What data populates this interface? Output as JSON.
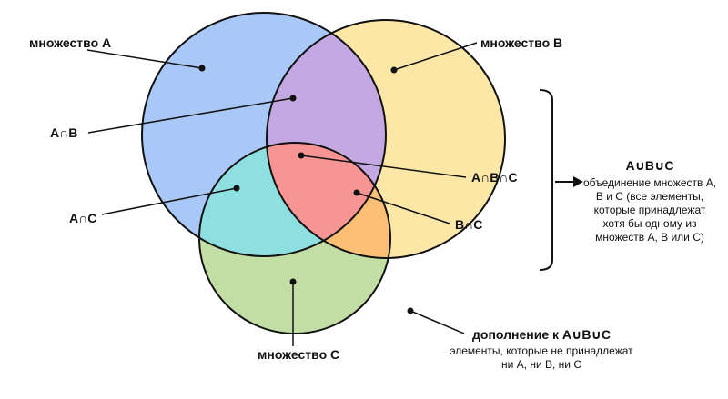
{
  "labels": {
    "set_a": "множество A",
    "set_b": "множество B",
    "set_c": "множество C",
    "a_and_b": "A∩B",
    "a_and_c": "A∩C",
    "b_and_c": "B∩C",
    "a_and_b_and_c": "A∩B∩C",
    "union": {
      "title": "A∪B∪C",
      "description": [
        "объединение множеств A,",
        "B и C (все элементы,",
        "которые принадлежат",
        "хотя бы одному из",
        "множеств A, B или C)"
      ]
    },
    "complement": {
      "title": "дополнение к A∪B∪C",
      "description": [
        "элементы, которые не принадлежат",
        "ни A, ни B, ни C"
      ]
    }
  },
  "colors": {
    "set_a": "#a8c8f8",
    "set_b": "#fde7a6",
    "set_c": "#c3dea4",
    "a_and_b": "#c4a8e2",
    "a_and_c": "#8ee0e0",
    "b_and_c": "#fbbf75",
    "a_and_b_and_c": "#f79494",
    "outline": "#111111"
  }
}
